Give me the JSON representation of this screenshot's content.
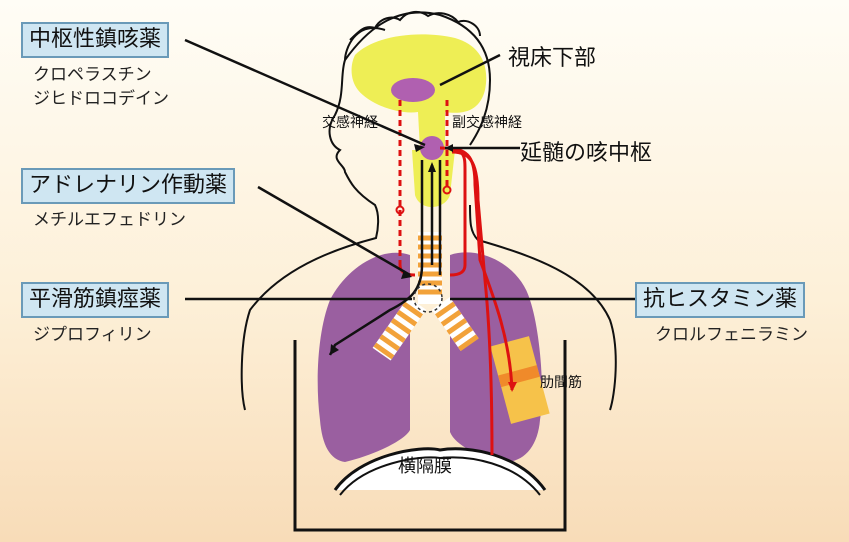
{
  "drugs": {
    "central_antitussive": {
      "label": "中枢性鎮咳薬",
      "examples": [
        "クロペラスチン",
        "ジヒドロコデイン"
      ]
    },
    "adrenergic": {
      "label": "アドレナリン作動薬",
      "examples": [
        "メチルエフェドリン"
      ]
    },
    "smooth_muscle_relaxant": {
      "label": "平滑筋鎮痙薬",
      "examples": [
        "ジプロフィリン"
      ]
    },
    "antihistamine": {
      "label": "抗ヒスタミン薬",
      "examples": [
        "クロルフェニラミン"
      ]
    }
  },
  "anatomy": {
    "hypothalamus": "視床下部",
    "sympathetic": "交感神経",
    "parasympathetic": "副交感神経",
    "medulla_cough_center": "延髄の咳中枢",
    "intercostal": "肋間筋",
    "diaphragm": "横隔膜"
  },
  "colors": {
    "box_fill": "#cfe6f2",
    "box_border": "#6a9ab8",
    "brain": "#eeee55",
    "lung": "#9a5fa0",
    "nerve_red": "#dd1111",
    "trachea_orange": "#f2a23a"
  }
}
